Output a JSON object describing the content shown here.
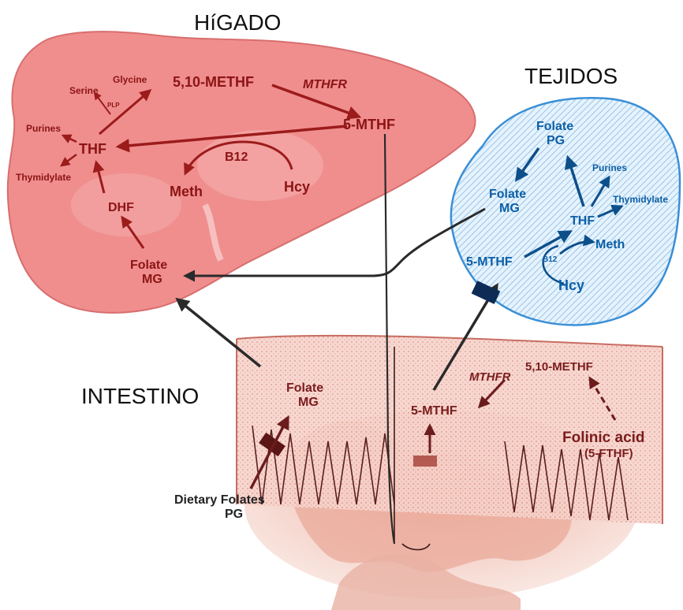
{
  "titles": {
    "liver": "HíGADO",
    "tissues": "TEJIDOS",
    "intestine": "INTESTINO"
  },
  "liver": {
    "serine": "Serine",
    "glycine": "Glycine",
    "plp": "PLP",
    "methf_510": "5,10-METHF",
    "mthfr": "MTHFR",
    "purines": "Purines",
    "thf": "THF",
    "mthf5": "5-MTHF",
    "thymidylate": "Thymidylate",
    "b12": "B12",
    "meth": "Meth",
    "hcy": "Hcy",
    "dhf": "DHF",
    "folate": "Folate",
    "mg": "MG"
  },
  "tissues": {
    "folate_top": "Folate",
    "pg": "PG",
    "purines": "Purines",
    "folate_mg1": "Folate",
    "folate_mg2": "MG",
    "thymidylate": "Thymidylate",
    "thf": "THF",
    "mthf5": "5-MTHF",
    "meth": "Meth",
    "b12": "B12",
    "hcy": "Hcy"
  },
  "intestine": {
    "folate": "Folate",
    "mg": "MG",
    "methf_510": "5,10-METHF",
    "mthfr": "MTHFR",
    "mthf5": "5-MTHF",
    "folinic": "Folinic acid",
    "fthf": "(5-FTHF)"
  },
  "dietary": {
    "line1": "Dietary Folates",
    "line2": "PG"
  },
  "colors": {
    "liver_fill": "#f08e8e",
    "liver_text": "#8c1414",
    "tissue_fill": "#dceefb",
    "tissue_stroke": "#3a8fd6",
    "tissue_text": "#0c5fa6",
    "gut_fill": "#f7d0c8",
    "gut_text": "#7a1c1c"
  }
}
